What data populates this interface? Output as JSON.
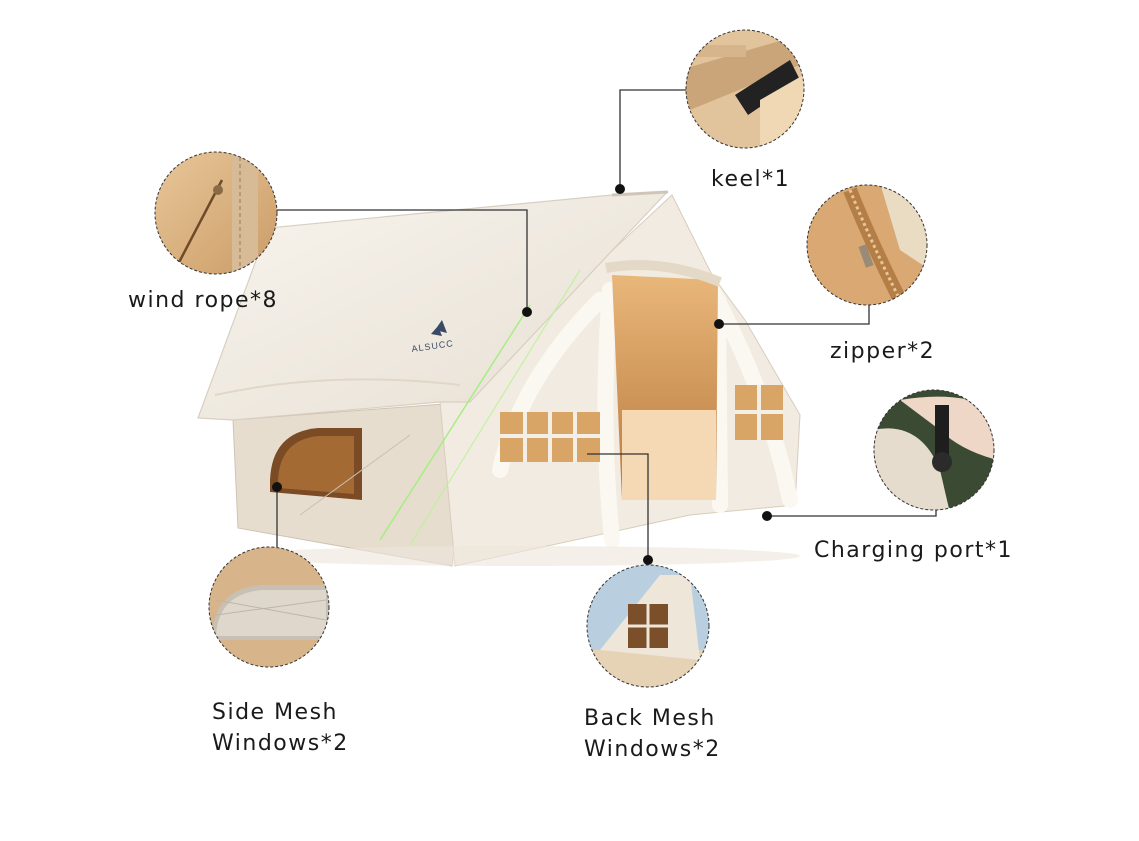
{
  "tent": {
    "logo_text": "ALSUCC"
  },
  "callouts": {
    "keel": {
      "label": "keel*1",
      "icon": "keel-detail"
    },
    "wind_rope": {
      "label": "wind rope*8",
      "icon": "wind-rope-detail"
    },
    "zipper": {
      "label": "zipper*2",
      "icon": "zipper-detail"
    },
    "charging_port": {
      "label": "Charging port*1",
      "icon": "charging-port-detail"
    },
    "side_mesh": {
      "label_line1": "Side Mesh",
      "label_line2": "Windows*2",
      "icon": "side-mesh-window-detail"
    },
    "back_mesh": {
      "label_line1": "Back Mesh",
      "label_line2": "Windows*2",
      "icon": "back-mesh-window-detail"
    }
  }
}
